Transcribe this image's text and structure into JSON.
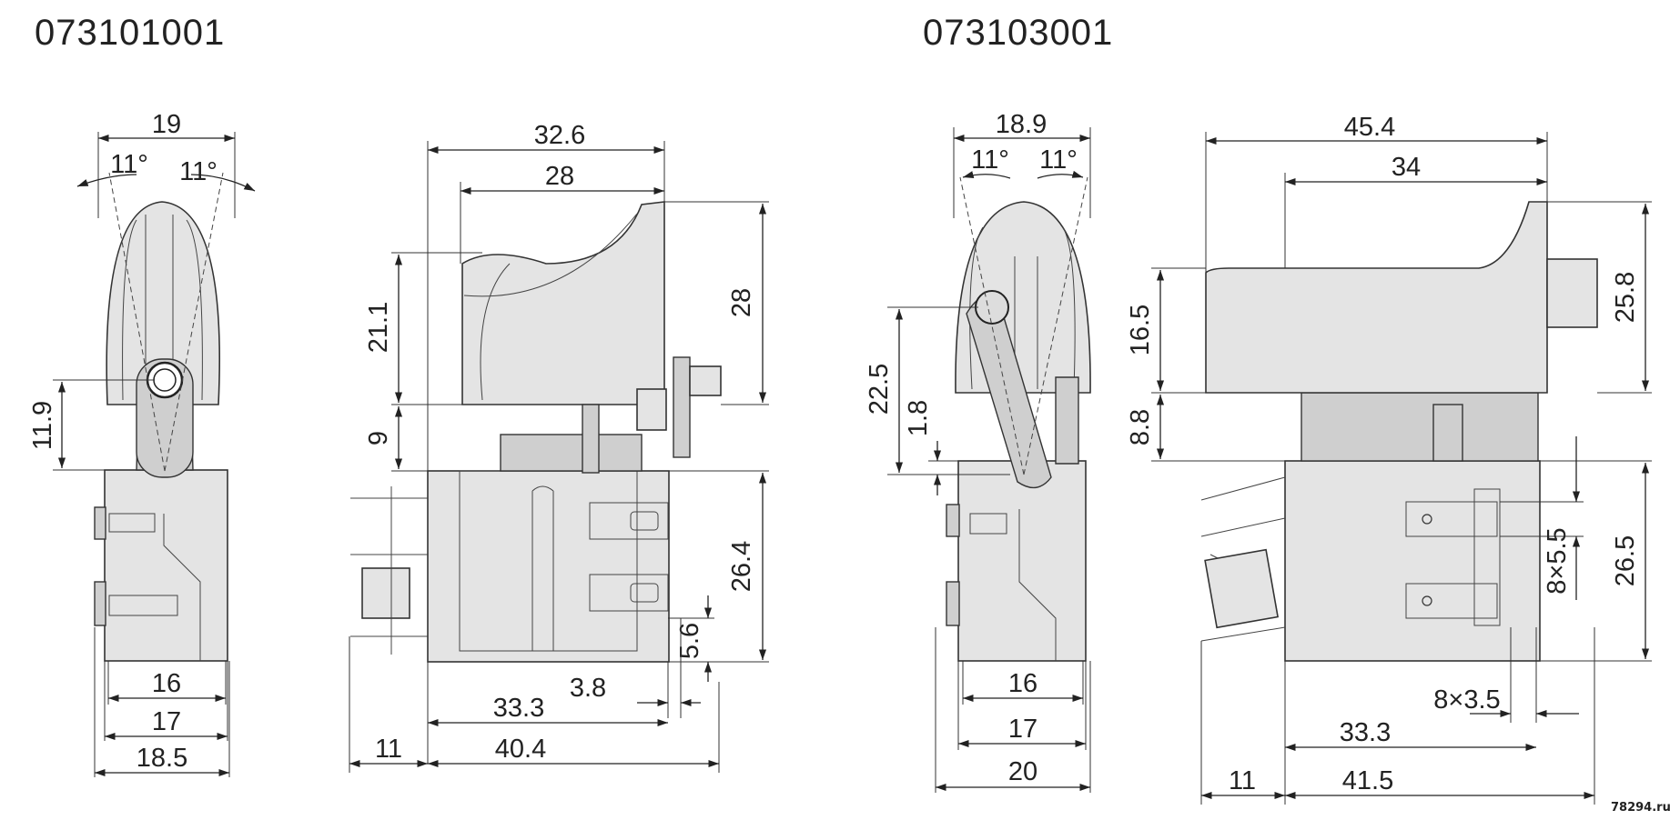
{
  "titles": {
    "left": "073101001",
    "right": "073103001"
  },
  "watermark": "78294.ru",
  "left_front": {
    "width_top": "19",
    "angle_left": "11°",
    "angle_right": "11°",
    "height_axle": "11.9",
    "w16": "16",
    "w17": "17",
    "w18_5": "18.5"
  },
  "left_side": {
    "w32_6": "32.6",
    "w28": "28",
    "h21_1": "21.1",
    "h9": "9",
    "h28": "28",
    "h26_4": "26.4",
    "h5_6": "5.6",
    "w3_8": "3.8",
    "w33_3": "33.3",
    "w11": "11",
    "w40_4": "40.4"
  },
  "right_front": {
    "width_top": "18.9",
    "angle_left": "11°",
    "angle_right": "11°",
    "h22_5": "22.5",
    "h1_8": "1.8",
    "w16": "16",
    "w17": "17",
    "w20": "20"
  },
  "right_side": {
    "w45_4": "45.4",
    "w34": "34",
    "h16_5": "16.5",
    "h8_8": "8.8",
    "h25_8": "25.8",
    "h26_5": "26.5",
    "term1": "8×5.5",
    "term2": "8×3.5",
    "w33_3": "33.3",
    "w11": "11",
    "w41_5": "41.5"
  }
}
